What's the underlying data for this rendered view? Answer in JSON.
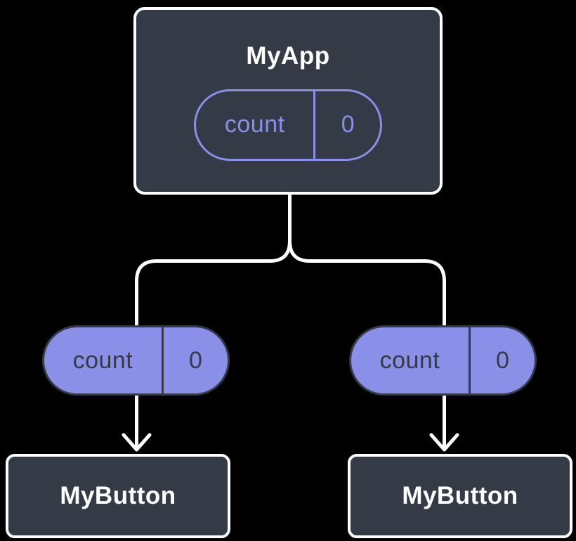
{
  "diagram": {
    "type": "component-tree",
    "colors": {
      "background": "#000000",
      "node_fill": "#343a46",
      "node_border": "#ffffff",
      "pill_fill": "#8a90e8",
      "pill_accent_text": "#8a90e8",
      "pill_dark_text": "#343a46",
      "connector": "#ffffff"
    },
    "root_node": {
      "label": "MyApp",
      "state": {
        "name": "count",
        "value": "0"
      }
    },
    "edges": [
      {
        "prop": {
          "name": "count",
          "value": "0"
        },
        "target": "MyButton"
      },
      {
        "prop": {
          "name": "count",
          "value": "0"
        },
        "target": "MyButton"
      }
    ],
    "child_nodes": [
      {
        "label": "MyButton"
      },
      {
        "label": "MyButton"
      }
    ]
  }
}
